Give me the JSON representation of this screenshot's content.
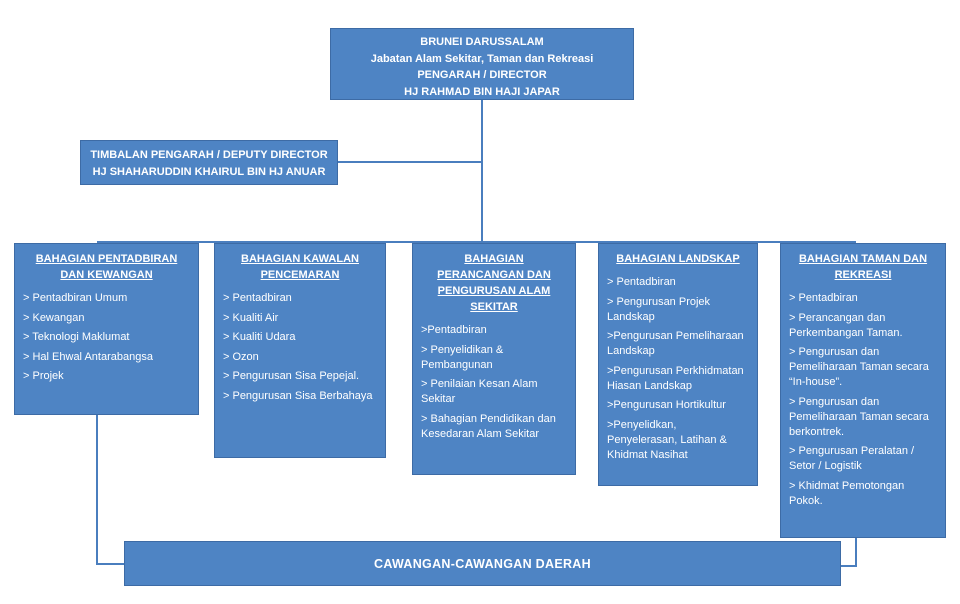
{
  "colors": {
    "box_fill": "#4E84C4",
    "box_border": "#3D6BA5",
    "connector": "#4A7EBE",
    "text": "#FFFFFF",
    "background": "#FFFFFF"
  },
  "director_box": {
    "line1": "BRUNEI DARUSSALAM",
    "line2": "Jabatan Alam Sekitar, Taman dan Rekreasi",
    "line3": "PENGARAH / DIRECTOR",
    "line4": "HJ RAHMAD BIN HAJI JAPAR"
  },
  "deputy_box": {
    "line1": "TIMBALAN PENGARAH / DEPUTY DIRECTOR",
    "line2": "HJ SHAHARUDDIN KHAIRUL BIN HJ ANUAR"
  },
  "departments": [
    {
      "title": "BAHAGIAN PENTADBIRAN DAN KEWANGAN",
      "items": [
        "> Pentadbiran Umum",
        "> Kewangan",
        "> Teknologi Maklumat",
        "> Hal Ehwal Antarabangsa",
        "> Projek"
      ]
    },
    {
      "title": "BAHAGIAN KAWALAN PENCEMARAN",
      "items": [
        "> Pentadbiran",
        "> Kualiti Air",
        "> Kualiti Udara",
        "> Ozon",
        "> Pengurusan Sisa Pepejal.",
        "> Pengurusan Sisa Berbahaya"
      ]
    },
    {
      "title": "BAHAGIAN PERANCANGAN DAN PENGURUSAN ALAM SEKITAR",
      "items": [
        ">Pentadbiran",
        "> Penyelidikan & Pembangunan",
        "> Penilaian Kesan Alam Sekitar",
        "> Bahagian Pendidikan dan Kesedaran Alam Sekitar"
      ]
    },
    {
      "title": "BAHAGIAN LANDSKAP",
      "items": [
        "> Pentadbiran",
        "> Pengurusan Projek Landskap",
        ">Pengurusan Pemeliharaan Landskap",
        ">Pengurusan Perkhidmatan Hiasan Landskap",
        ">Pengurusan Hortikultur",
        ">Penyelidkan, Penyelerasan, Latihan & Khidmat Nasihat"
      ]
    },
    {
      "title": "BAHAGIAN TAMAN DAN REKREASI",
      "items": [
        "> Pentadbiran",
        "> Perancangan dan Perkembangan Taman.",
        "> Pengurusan dan Pemeliharaan Taman secara “In-house”.",
        "> Pengurusan dan Pemeliharaan Taman secara berkontrek.",
        "> Pengurusan Peralatan / Setor / Logistik",
        "> Khidmat Pemotongan Pokok."
      ]
    }
  ],
  "footer_box": {
    "label": "CAWANGAN-CAWANGAN DAERAH"
  }
}
